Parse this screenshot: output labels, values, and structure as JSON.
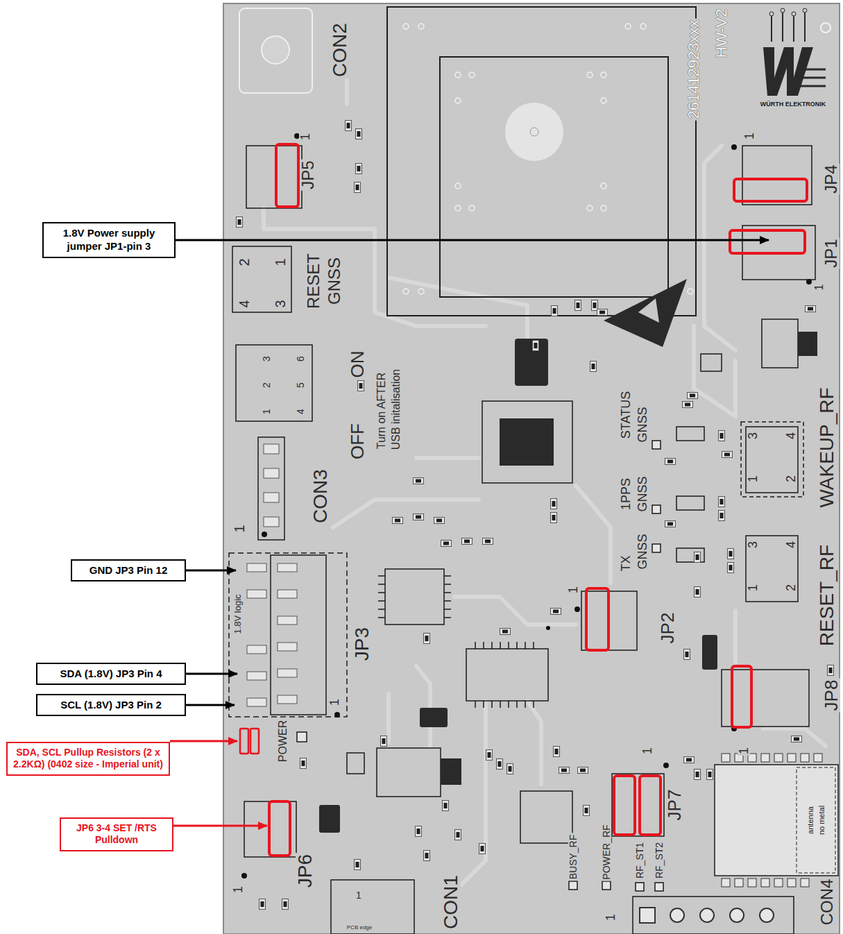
{
  "diagram": {
    "nodes": [
      {
        "text": [
          "1.8V Power supply jumper JP1-pin 3"
        ]
      },
      {
        "text": [
          "GND JP3 Pin 12"
        ]
      },
      {
        "text": [
          "SDA (1.8V) JP3 Pin 4"
        ]
      },
      {
        "text": [
          "SCL (1.8V) JP3 Pin 2"
        ]
      },
      {
        "text": [
          "SDA, SCL Pullup Resistors (2 x 2.2KΩ) (0402 size - Imperial unit)"
        ]
      },
      {
        "text": [
          "JP6 3-4 SET /RTS Pulldown"
        ]
      }
    ],
    "labels": [
      "CON2",
      "1",
      "JP5",
      "261412923xxx",
      "HW-V2",
      "WÜRTH ELEKTRONIK",
      "1",
      "JP4",
      "JP1",
      "1",
      "2",
      "1",
      "4",
      "3",
      "RESET",
      "GNSS",
      "3",
      "6",
      "2",
      "5",
      "1",
      "4",
      "OFF",
      "ON",
      "Turn on AFTER",
      "USB initalisation",
      "CON3",
      "1",
      "STATUS",
      "GNSS",
      "1PPS",
      "GNSS",
      "TX",
      "GNSS",
      "WAKEUP_RF",
      "RESET_RF",
      "3",
      "4",
      "1",
      "2",
      "3",
      "4",
      "1",
      "2",
      "1",
      "JP2",
      "1.8V logic",
      "JP3",
      "1",
      "JP8",
      "1",
      "POWER",
      "1",
      "JP7",
      "JP6",
      "1",
      "1",
      "CON1",
      "PCB edge",
      "BUSY_RF",
      "POWER_RF",
      "RF_ST1",
      "RF_ST2",
      "antenna",
      "no metal",
      "CON4",
      "1"
    ]
  }
}
